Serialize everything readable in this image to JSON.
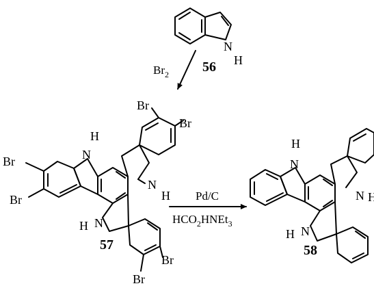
{
  "compounds": {
    "indole": {
      "label": "56",
      "atoms": {
        "nh_n": "N",
        "nh_h": "H"
      }
    },
    "hexabromo": {
      "label": "57",
      "atoms": {
        "br": "Br",
        "n": "N",
        "h": "H"
      }
    },
    "triazatruxene": {
      "label": "58",
      "atoms": {
        "n": "N",
        "h": "H"
      }
    }
  },
  "reactions": {
    "bromination": {
      "reagent": "Br",
      "reagent_sub": "2"
    },
    "debromination": {
      "reagent_top": "Pd/C",
      "reagent_bottom_a": "HCO",
      "reagent_bottom_a_sub": "2",
      "reagent_bottom_b": "HNEt",
      "reagent_bottom_b_sub": "3"
    }
  }
}
